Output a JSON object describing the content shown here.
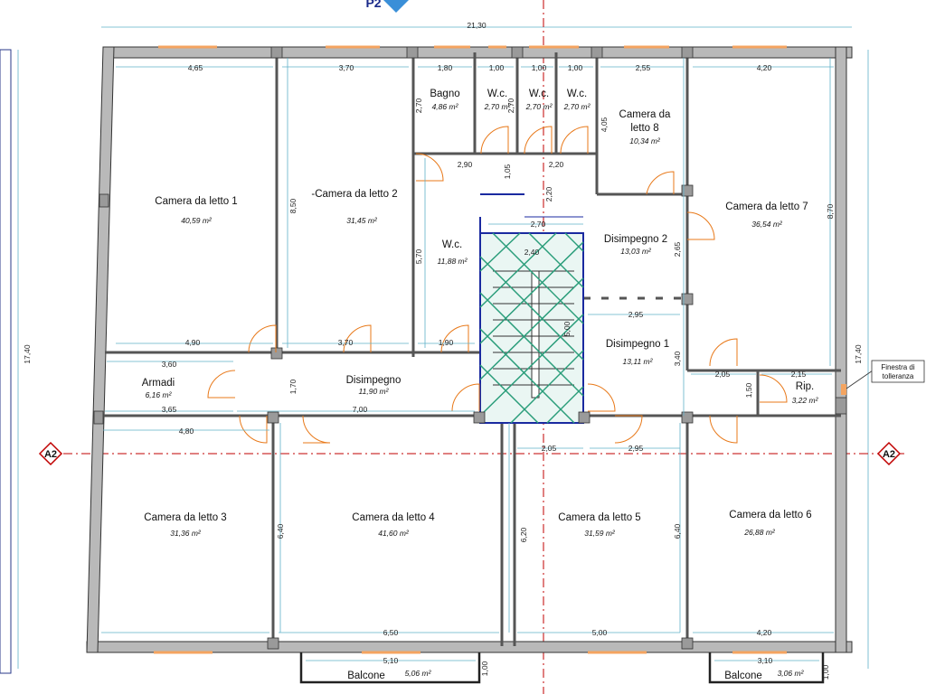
{
  "header": {
    "section_label": "P2",
    "overall_width": "21,30",
    "overall_height_left": "17,40",
    "overall_height_right": "17,40"
  },
  "section_markers": {
    "left": "A2",
    "right": "A2"
  },
  "note": {
    "line1": "Finestra di",
    "line2": "tolleranza"
  },
  "rooms": [
    {
      "name": "Camera da letto 1",
      "area": "40,59 m²"
    },
    {
      "name": "-Camera da letto 2",
      "area": "31,45 m²"
    },
    {
      "name": "Bagno",
      "area": "4,86 m²"
    },
    {
      "name": "W.c.",
      "area": "2,70 m²"
    },
    {
      "name": "W.c.",
      "area": "2,70 m²"
    },
    {
      "name": "W.c.",
      "area": "2,70 m²"
    },
    {
      "name": "Camera da",
      "name2": "letto 8",
      "area": "10,34 m²"
    },
    {
      "name": "Camera da letto 7",
      "area": "36,54 m²"
    },
    {
      "name": "W.c.",
      "area": "11,88 m²"
    },
    {
      "name": "Disimpegno 2",
      "area": "13,03 m²"
    },
    {
      "name": "Disimpegno 1",
      "area": "13,11 m²"
    },
    {
      "name": "Armadi",
      "area": "6,16 m²"
    },
    {
      "name": "Disimpegno",
      "area": "11,90 m²"
    },
    {
      "name": "Rip.",
      "area": "3,22 m²"
    },
    {
      "name": "Camera da letto 3",
      "area": "31,36 m²"
    },
    {
      "name": "Camera da letto 4",
      "area": "41,60 m²"
    },
    {
      "name": "Camera da letto 5",
      "area": "31,59 m²"
    },
    {
      "name": "Camera da letto 6",
      "area": "26,88 m²"
    },
    {
      "name": "Balcone",
      "area": "5,06 m²"
    },
    {
      "name": "Balcone",
      "area": "3,06 m²"
    }
  ],
  "dimensions": [
    "4,65",
    "3,70",
    "1,80",
    "1,00",
    "1,00",
    "1,00",
    "2,55",
    "4,20",
    "2,70",
    "2,70",
    "2,90",
    "1,05",
    "2,20",
    "2,20",
    "4,05",
    "8,50",
    "5,70",
    "2,70",
    "2,40",
    "8,70",
    "2,65",
    "5,00",
    "2,95",
    "4,90",
    "3,70",
    "1,90",
    "3,40",
    "3,60",
    "1,70",
    "2,05",
    "1,50",
    "2,15",
    "3,65",
    "7,00",
    "4,80",
    "2,05",
    "2,95",
    "6,40",
    "6,20",
    "6,40",
    "6,50",
    "5,00",
    "4,20",
    "5,10",
    "1,00",
    "3,10",
    "1,00"
  ]
}
